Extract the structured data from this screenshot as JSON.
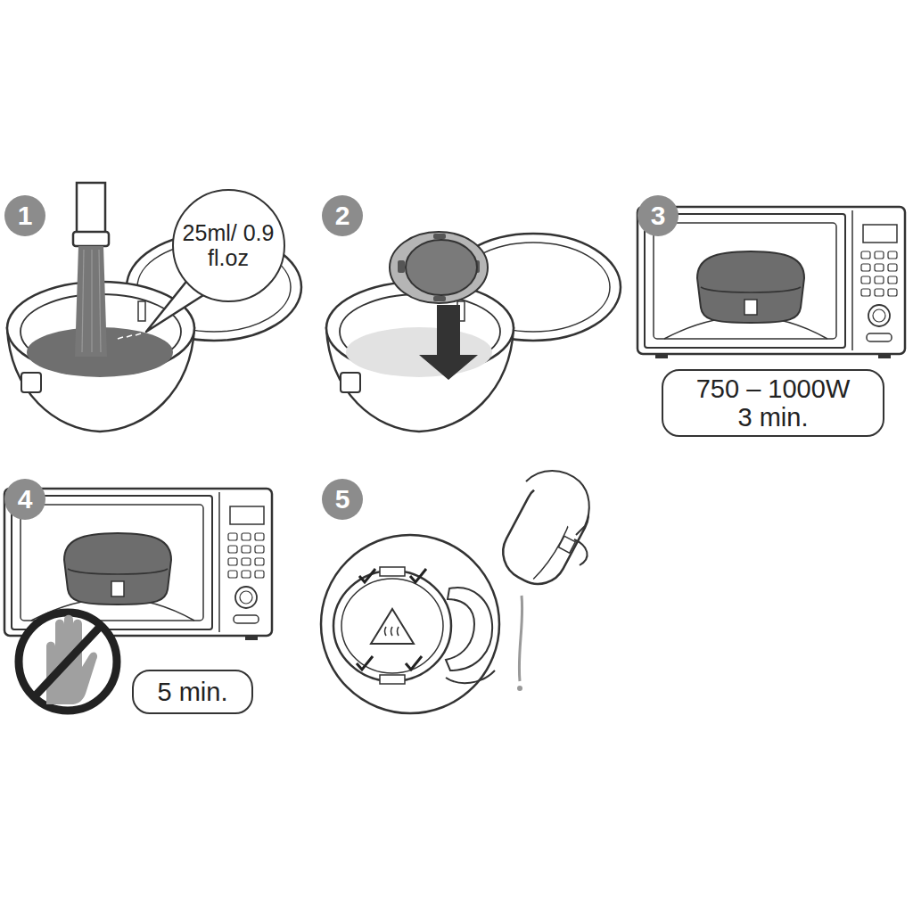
{
  "diagram": {
    "nodes": [
      {
        "text": [
          "1"
        ]
      },
      {
        "text": [
          "25ml/ 0.9 fl.oz"
        ]
      },
      {
        "text": [
          "2"
        ]
      },
      {
        "text": [
          "3"
        ]
      },
      {
        "text": [
          "750 – 1000W 3 min."
        ]
      },
      {
        "text": [
          "4"
        ]
      },
      {
        "text": [
          "5 min."
        ]
      },
      {
        "text": [
          "5"
        ]
      }
    ]
  }
}
